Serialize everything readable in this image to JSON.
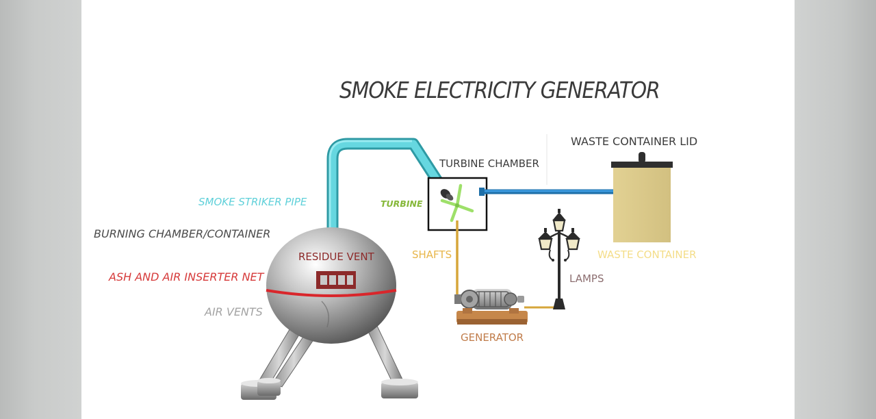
{
  "title": "SMOKE ELECTRICITY GENERATOR",
  "labels": {
    "waste_container_lid": "WASTE CONTAINER LID",
    "turbine_chamber": "TURBINE CHAMBER",
    "smoke_striker_pipe": "SMOKE STRIKER PIPE",
    "turbine": "TURBINE",
    "burning_chamber": "BURNING CHAMBER/CONTAINER",
    "residue_vent": "RESIDUE VENT",
    "shafts": "SHAFTS",
    "waste_container": "WASTE CONTAINER",
    "ash_air_net": "ASH AND AIR INSERTER NET",
    "lamps": "LAMPS",
    "air_vents": "AIR VENTS",
    "generator": "GENERATOR"
  },
  "colors": {
    "label_dark": "#3c3c3c",
    "label_gray": "#8a8a8a",
    "label_cyan": "#5fd0d9",
    "label_green": "#86b83a",
    "label_red": "#d63a3a",
    "label_dark_red": "#8c2a2a",
    "label_yellow": "#e8b64a",
    "label_light_yellow": "#f4dd88",
    "label_brown": "#c07c4a",
    "label_mauve": "#8c6e70",
    "pipe_cyan": "#4fc9d3",
    "blue_pipe": "#2d86c8",
    "waste_box": "#dccb8c",
    "band_red": "#d9262b"
  }
}
